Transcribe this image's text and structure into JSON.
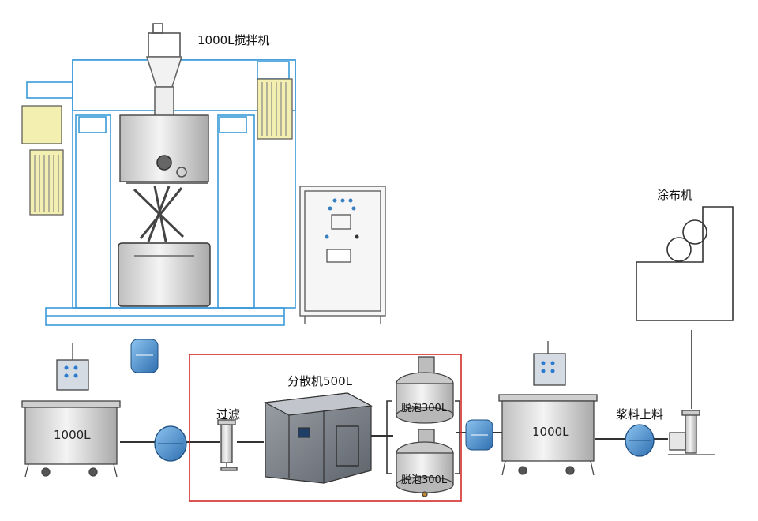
{
  "labels": {
    "mixer_1000l": "1000L搅拌机",
    "coater": "涂布机",
    "dispersion_machine": "分散机500L",
    "filter": "过滤",
    "tank_left": "1000L",
    "tank_right": "1000L",
    "degas_top": "脱泡300L",
    "degas_bottom": "脱泡300L",
    "slurry_feed": "浆料上料"
  },
  "colors": {
    "frame_line": "#3a9ad9",
    "motor_yellow": "#f3efb0",
    "tank_shell": "#d9d9d9",
    "pump_blue": "#3f86c8",
    "highlight_box": "#d42a2a",
    "cabinet_gray": "#8a8f96"
  }
}
